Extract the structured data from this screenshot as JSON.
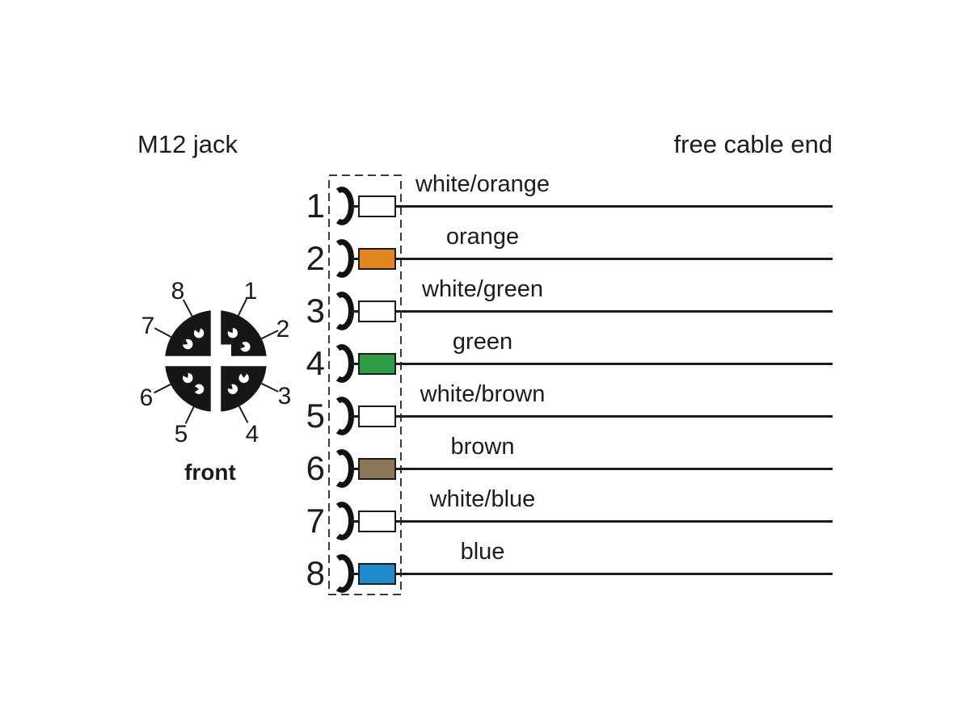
{
  "header": {
    "left_title": "M12 jack",
    "right_title": "free cable end"
  },
  "connector": {
    "front_label": "front",
    "pin_numbers": [
      "1",
      "2",
      "3",
      "4",
      "5",
      "6",
      "7",
      "8"
    ]
  },
  "wiring": {
    "rows": [
      {
        "pin": "1",
        "label": "white/orange",
        "color_name": "white",
        "color_hex": "#FFFFFF"
      },
      {
        "pin": "2",
        "label": "orange",
        "color_name": "orange",
        "color_hex": "#E08522"
      },
      {
        "pin": "3",
        "label": "white/green",
        "color_name": "white",
        "color_hex": "#FFFFFF"
      },
      {
        "pin": "4",
        "label": "green",
        "color_name": "green",
        "color_hex": "#2F9B45"
      },
      {
        "pin": "5",
        "label": "white/brown",
        "color_name": "white",
        "color_hex": "#FFFFFF"
      },
      {
        "pin": "6",
        "label": "brown",
        "color_name": "brown",
        "color_hex": "#8C7557"
      },
      {
        "pin": "7",
        "label": "white/blue",
        "color_name": "white",
        "color_hex": "#FFFFFF"
      },
      {
        "pin": "8",
        "label": "blue",
        "color_name": "blue",
        "color_hex": "#2189CB"
      }
    ]
  }
}
